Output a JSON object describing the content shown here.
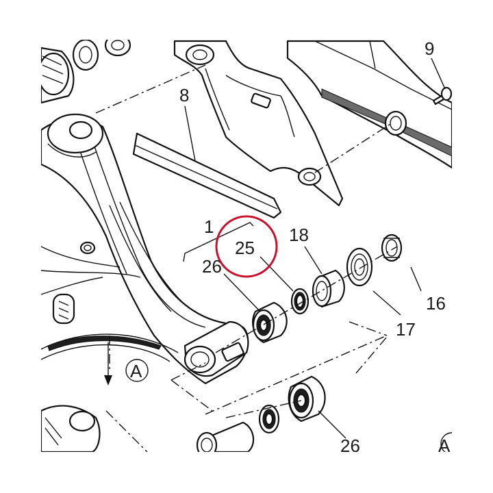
{
  "diagram": {
    "callouts": {
      "p1": "1",
      "p8": "8",
      "p9": "9",
      "p16": "16",
      "p17": "17",
      "p18": "18",
      "p25": "25",
      "p26_upper": "26",
      "p26_lower": "26",
      "ref_a_left": "A",
      "ref_a_right": "A"
    },
    "highlight": {
      "color": "#c8102e",
      "target": "25"
    }
  }
}
